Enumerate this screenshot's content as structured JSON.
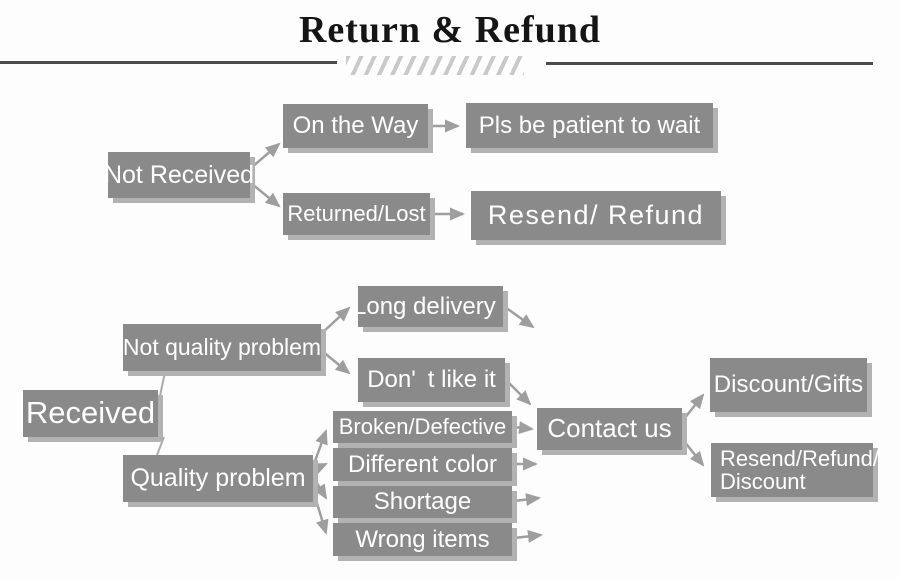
{
  "title": "Return & Refund",
  "colors": {
    "box_fill": "#8a8a8a",
    "box_text": "#ffffff",
    "box_shadow": "#b2b2b2",
    "arrow": "#9e9e9e",
    "title_text": "#151515",
    "rule": "#4c4c4c",
    "hatch": "#c9c9c9",
    "background": "#fdfdfd"
  },
  "nodes": {
    "not_received": "Not Received",
    "on_the_way": "On the Way",
    "pls_wait": "Pls be patient to wait",
    "returned_lost": "Returned/Lost",
    "resend_refund": "Resend/ Refund",
    "received": "Received",
    "not_quality": "Not quality problem",
    "long_delivery": "Long delivery",
    "dont_like": "Don' t like it",
    "quality_problem": "Quality problem",
    "broken": "Broken/Defective",
    "different_color": "Different color",
    "shortage": "Shortage",
    "wrong_items": "Wrong items",
    "contact_us": "Contact us",
    "discount_gifts": "Discount/Gifts",
    "resend_refund_discount_line1": "Resend/Refund/",
    "resend_refund_discount_line2": "Discount"
  }
}
